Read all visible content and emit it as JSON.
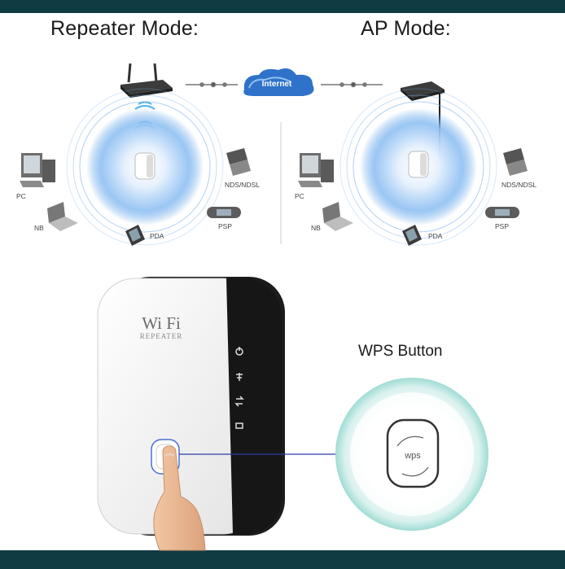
{
  "headings": {
    "repeater_mode": "Repeater Mode:",
    "ap_mode": "AP Mode:"
  },
  "cloud_label": "Internet",
  "repeater_devices": {
    "pc": "PC",
    "nb": "NB",
    "pda": "PDA",
    "nds": "NDS/NDSL",
    "psp": "PSP"
  },
  "ap_devices": {
    "pc": "PC",
    "nb": "NB",
    "pda": "PDA",
    "nds": "NDS/NDSL",
    "psp": "PSP"
  },
  "product": {
    "logo_text": "Wi Fi",
    "sub_text": "REPEATER",
    "wps_title": "WPS Button",
    "button_text": "wps"
  },
  "colors": {
    "band": "#0f3b43",
    "halo": "#5fa3e8",
    "leader_line": "#2b3fa8"
  }
}
